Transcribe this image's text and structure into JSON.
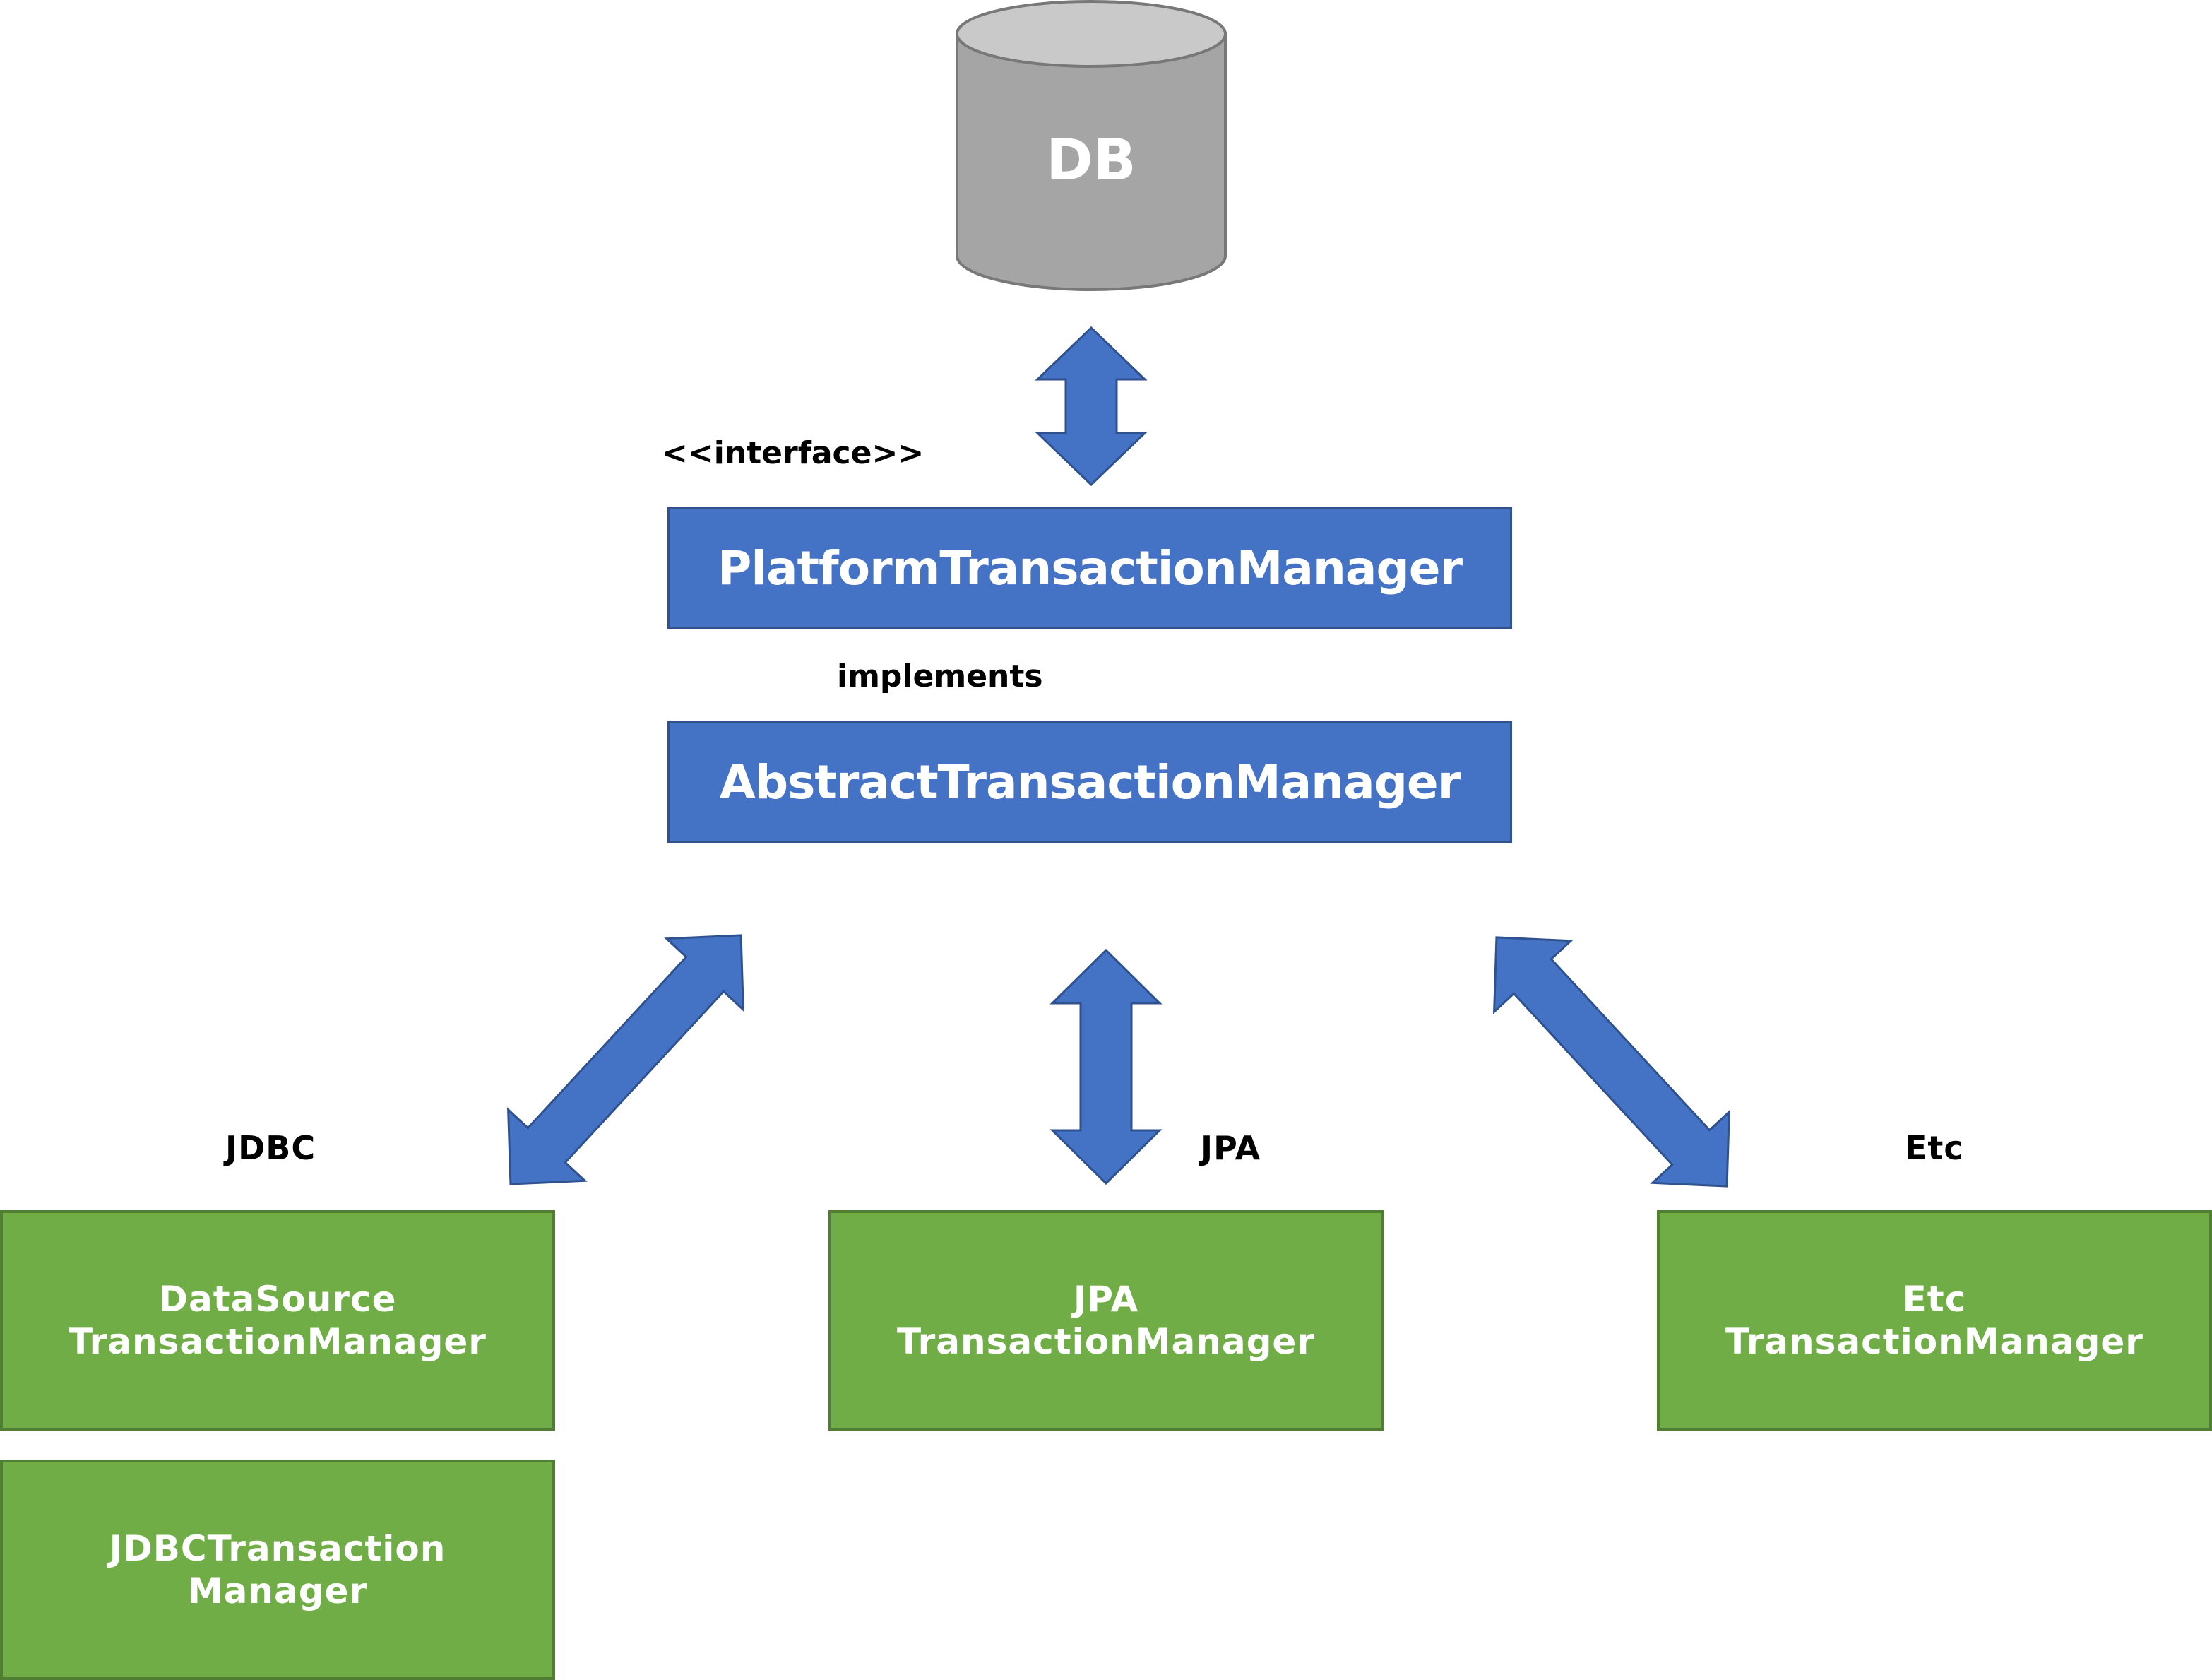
{
  "colors": {
    "blue_fill": "#4472c4",
    "blue_stroke": "#2f528f",
    "green_fill": "#70ad47",
    "green_stroke": "#507e32",
    "db_fill": "#a5a5a5",
    "db_top": "#c9c9c9",
    "db_stroke": "#787878"
  },
  "db": {
    "label": "DB"
  },
  "interface_stereotype": "<<interface>>",
  "platform_manager": "PlatformTransactionManager",
  "implements_label": "implements",
  "abstract_manager": "AbstractTransactionManager",
  "groups": {
    "jdbc": {
      "label": "JDBC",
      "boxes": [
        {
          "line1": "DataSource",
          "line2": "TransactionManager"
        },
        {
          "line1": "JDBCTransaction",
          "line2": "Manager"
        }
      ]
    },
    "jpa": {
      "label": "JPA",
      "box": {
        "line1": "JPA",
        "line2": "TransactionManager"
      }
    },
    "etc": {
      "label": "Etc",
      "box": {
        "line1": "Etc",
        "line2": "TransactionManager"
      }
    }
  }
}
